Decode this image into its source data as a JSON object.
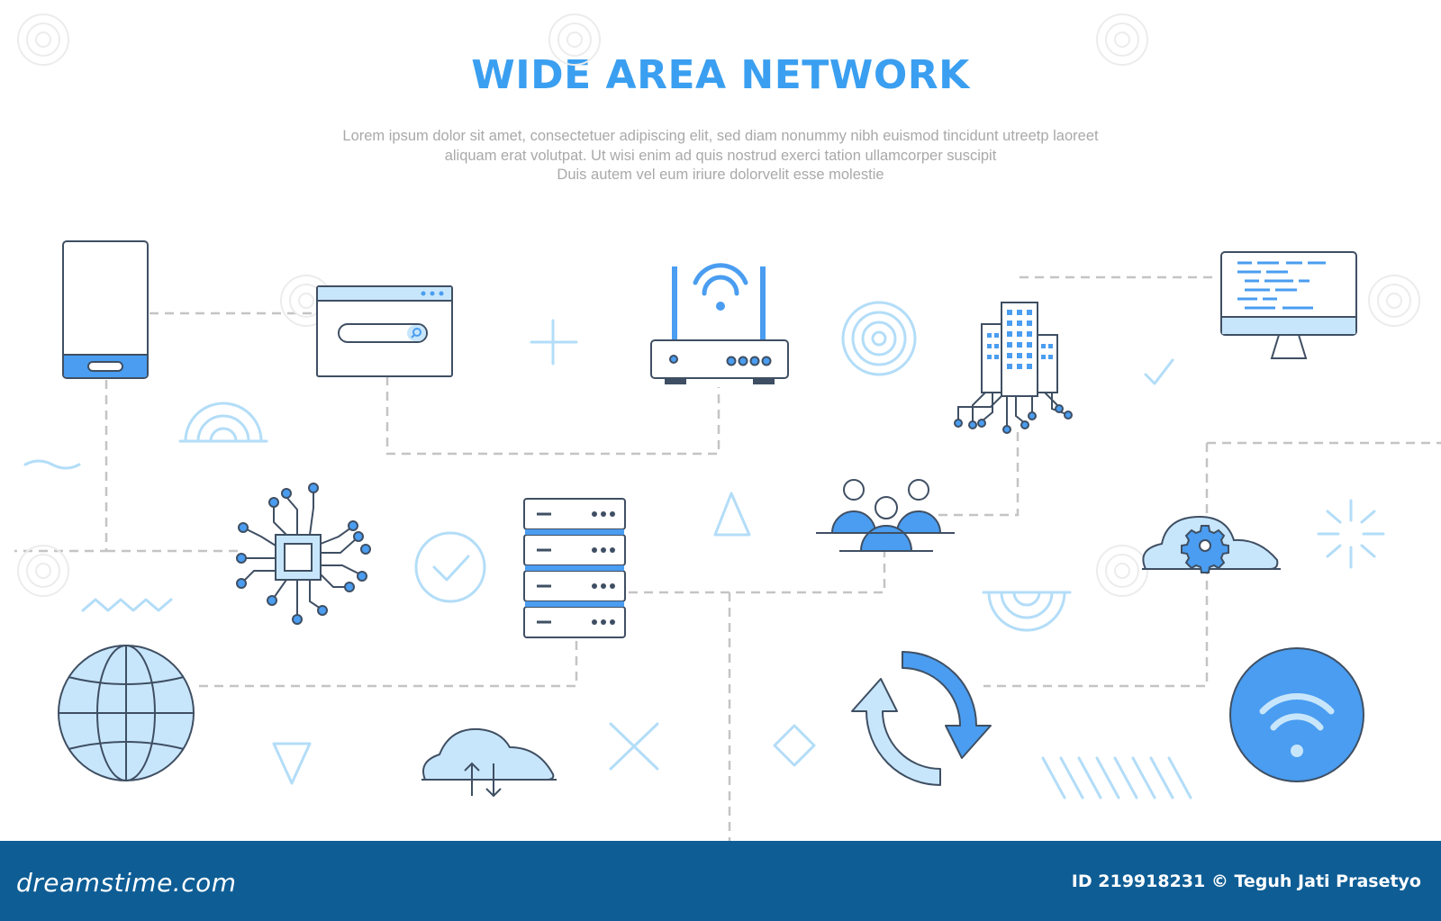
{
  "title": "WIDE AREA NETWORK",
  "description": [
    "Lorem ipsum dolor sit amet, consectetuer adipiscing elit, sed diam nonummy nibh euismod tincidunt utreetp laoreet",
    "aliquam erat volutpat. Ut wisi enim ad  quis nostrud exerci tation ullamcorper suscipit",
    "Duis autem vel eum iriure dolorvelit esse molestie"
  ],
  "footer": {
    "brand": "dreamstime.com",
    "credit": "ID 219918231 © Teguh Jati Prasetyo"
  },
  "colors": {
    "title": "#3a9ff0",
    "text": "#a9a9a9",
    "accent": "#4a9df0",
    "light": "#c8e6fb",
    "line": "#3f4f63",
    "dashed": "#c4c4c4",
    "footer": "#0e5d95"
  },
  "icons": [
    "smartphone-icon",
    "browser-search-icon",
    "wifi-router-icon",
    "building-network-icon",
    "monitor-code-icon",
    "microchip-icon",
    "server-rack-icon",
    "team-icon",
    "cloud-settings-icon",
    "globe-icon",
    "cloud-transfer-icon",
    "sync-arrows-icon",
    "wifi-circle-icon"
  ]
}
